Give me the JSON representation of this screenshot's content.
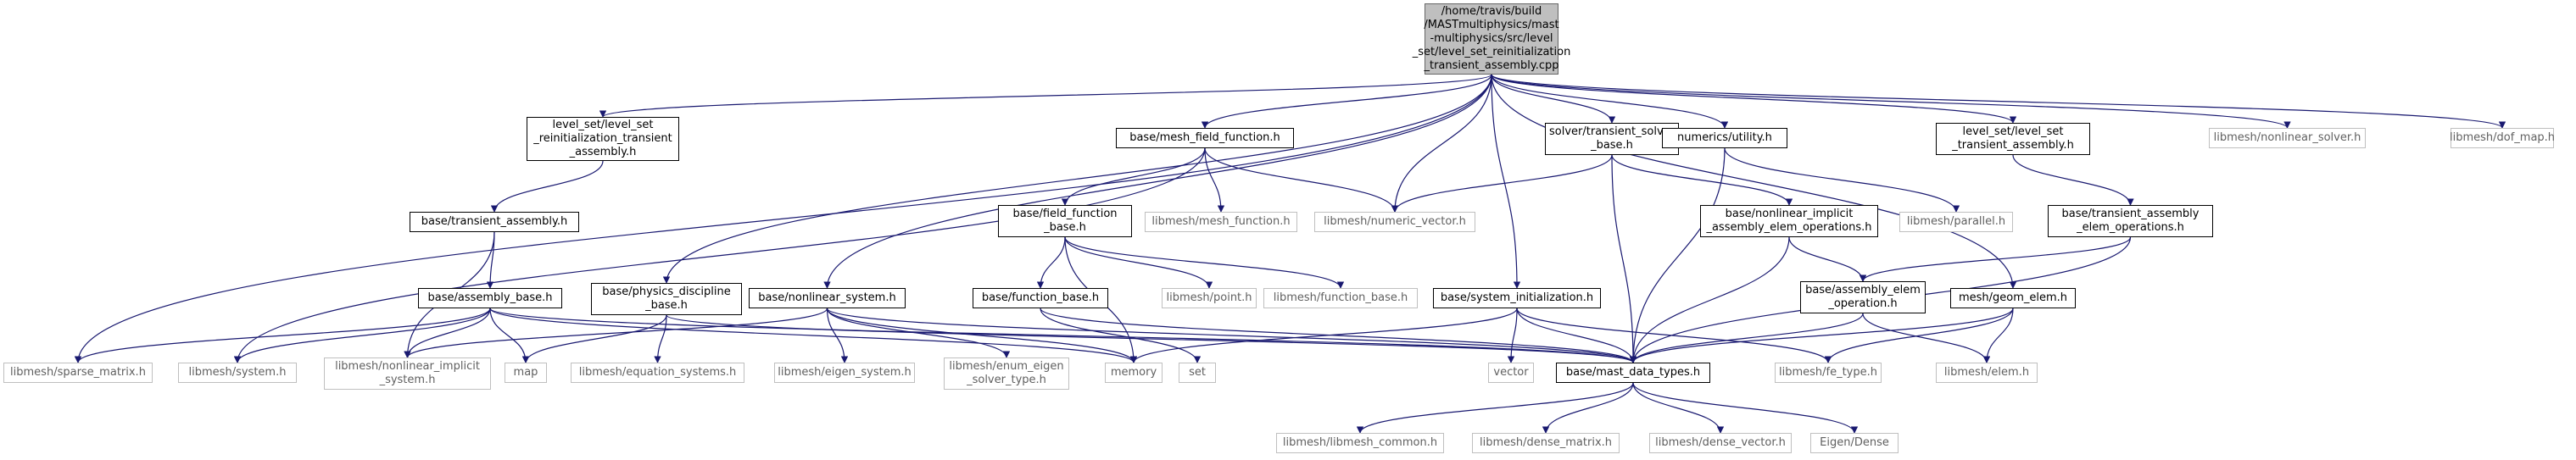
{
  "graph": {
    "edge_color": "#191970",
    "nodes": [
      {
        "id": "root",
        "label": "/home/travis/build\n/MASTmultiphysics/mast\n-multiphysics/src/level\n_set/level_set_reinitialization\n_transient_assembly.cpp",
        "kind": "root"
      },
      {
        "id": "lsrta",
        "label": "level_set/level_set\n_reinitialization_transient\n_assembly.h",
        "kind": "internal"
      },
      {
        "id": "mff",
        "label": "base/mesh_field_function.h",
        "kind": "internal"
      },
      {
        "id": "solver",
        "label": "solver/transient_solver\n_base.h",
        "kind": "internal"
      },
      {
        "id": "util",
        "label": "numerics/utility.h",
        "kind": "internal"
      },
      {
        "id": "lsta",
        "label": "level_set/level_set\n_transient_assembly.h",
        "kind": "internal"
      },
      {
        "id": "nlsolver",
        "label": "libmesh/nonlinear_solver.h",
        "kind": "external"
      },
      {
        "id": "dofmap",
        "label": "libmesh/dof_map.h",
        "kind": "external"
      },
      {
        "id": "ta",
        "label": "base/transient_assembly.h",
        "kind": "internal"
      },
      {
        "id": "ffb",
        "label": "base/field_function\n_base.h",
        "kind": "internal"
      },
      {
        "id": "meshfn",
        "label": "libmesh/mesh_function.h",
        "kind": "external"
      },
      {
        "id": "numvec",
        "label": "libmesh/numeric_vector.h",
        "kind": "external"
      },
      {
        "id": "nliaeo",
        "label": "base/nonlinear_implicit\n_assembly_elem_operations.h",
        "kind": "internal"
      },
      {
        "id": "parallel",
        "label": "libmesh/parallel.h",
        "kind": "external"
      },
      {
        "id": "taeo",
        "label": "base/transient_assembly\n_elem_operations.h",
        "kind": "internal"
      },
      {
        "id": "ab",
        "label": "base/assembly_base.h",
        "kind": "internal"
      },
      {
        "id": "pdb",
        "label": "base/physics_discipline\n_base.h",
        "kind": "internal"
      },
      {
        "id": "nlsys",
        "label": "base/nonlinear_system.h",
        "kind": "internal"
      },
      {
        "id": "fb",
        "label": "base/function_base.h",
        "kind": "internal"
      },
      {
        "id": "point",
        "label": "libmesh/point.h",
        "kind": "external"
      },
      {
        "id": "lfb",
        "label": "libmesh/function_base.h",
        "kind": "external"
      },
      {
        "id": "sysinit",
        "label": "base/system_initialization.h",
        "kind": "internal"
      },
      {
        "id": "aeo",
        "label": "base/assembly_elem\n_operation.h",
        "kind": "internal"
      },
      {
        "id": "geom",
        "label": "mesh/geom_elem.h",
        "kind": "internal"
      },
      {
        "id": "sparse",
        "label": "libmesh/sparse_matrix.h",
        "kind": "external"
      },
      {
        "id": "system",
        "label": "libmesh/system.h",
        "kind": "external"
      },
      {
        "id": "nlis",
        "label": "libmesh/nonlinear_implicit\n_system.h",
        "kind": "external"
      },
      {
        "id": "map",
        "label": "map",
        "kind": "external"
      },
      {
        "id": "eqsys",
        "label": "libmesh/equation_systems.h",
        "kind": "external"
      },
      {
        "id": "eigsys",
        "label": "libmesh/eigen_system.h",
        "kind": "external"
      },
      {
        "id": "eest",
        "label": "libmesh/enum_eigen\n_solver_type.h",
        "kind": "external"
      },
      {
        "id": "memory",
        "label": "memory",
        "kind": "external"
      },
      {
        "id": "set",
        "label": "set",
        "kind": "external"
      },
      {
        "id": "vector",
        "label": "vector",
        "kind": "external"
      },
      {
        "id": "mdt",
        "label": "base/mast_data_types.h",
        "kind": "internal"
      },
      {
        "id": "fetype",
        "label": "libmesh/fe_type.h",
        "kind": "external"
      },
      {
        "id": "elem",
        "label": "libmesh/elem.h",
        "kind": "external"
      },
      {
        "id": "common",
        "label": "libmesh/libmesh_common.h",
        "kind": "external"
      },
      {
        "id": "dmat",
        "label": "libmesh/dense_matrix.h",
        "kind": "external"
      },
      {
        "id": "dvec",
        "label": "libmesh/dense_vector.h",
        "kind": "external"
      },
      {
        "id": "eigen",
        "label": "Eigen/Dense",
        "kind": "external"
      }
    ],
    "edges": [
      [
        "root",
        "lsrta"
      ],
      [
        "root",
        "mff"
      ],
      [
        "root",
        "solver"
      ],
      [
        "root",
        "util"
      ],
      [
        "root",
        "lsta"
      ],
      [
        "root",
        "nlsolver"
      ],
      [
        "root",
        "dofmap"
      ],
      [
        "root",
        "numvec"
      ],
      [
        "root",
        "sparse"
      ],
      [
        "root",
        "pdb"
      ],
      [
        "root",
        "nlsys"
      ],
      [
        "root",
        "sysinit"
      ],
      [
        "root",
        "geom"
      ],
      [
        "lsrta",
        "ta"
      ],
      [
        "ta",
        "ab"
      ],
      [
        "ta",
        "nlis"
      ],
      [
        "ab",
        "sparse"
      ],
      [
        "ab",
        "system"
      ],
      [
        "ab",
        "nlis"
      ],
      [
        "ab",
        "map"
      ],
      [
        "ab",
        "memory"
      ],
      [
        "ab",
        "mdt"
      ],
      [
        "mff",
        "system"
      ],
      [
        "mff",
        "ffb"
      ],
      [
        "mff",
        "meshfn"
      ],
      [
        "mff",
        "numvec"
      ],
      [
        "ffb",
        "fb"
      ],
      [
        "ffb",
        "point"
      ],
      [
        "ffb",
        "lfb"
      ],
      [
        "ffb",
        "memory"
      ],
      [
        "fb",
        "set"
      ],
      [
        "fb",
        "mdt"
      ],
      [
        "solver",
        "numvec"
      ],
      [
        "solver",
        "nliaeo"
      ],
      [
        "solver",
        "mdt"
      ],
      [
        "util",
        "parallel"
      ],
      [
        "util",
        "mdt"
      ],
      [
        "lsta",
        "taeo"
      ],
      [
        "taeo",
        "aeo"
      ],
      [
        "taeo",
        "mdt"
      ],
      [
        "nliaeo",
        "aeo"
      ],
      [
        "nliaeo",
        "mdt"
      ],
      [
        "aeo",
        "mdt"
      ],
      [
        "aeo",
        "elem"
      ],
      [
        "geom",
        "mdt"
      ],
      [
        "geom",
        "fetype"
      ],
      [
        "geom",
        "elem"
      ],
      [
        "pdb",
        "map"
      ],
      [
        "pdb",
        "eqsys"
      ],
      [
        "pdb",
        "mdt"
      ],
      [
        "nlsys",
        "nlis"
      ],
      [
        "nlsys",
        "eigsys"
      ],
      [
        "nlsys",
        "eest"
      ],
      [
        "nlsys",
        "memory"
      ],
      [
        "nlsys",
        "mdt"
      ],
      [
        "sysinit",
        "vector"
      ],
      [
        "sysinit",
        "memory"
      ],
      [
        "sysinit",
        "mdt"
      ],
      [
        "sysinit",
        "fetype"
      ],
      [
        "mdt",
        "common"
      ],
      [
        "mdt",
        "dmat"
      ],
      [
        "mdt",
        "dvec"
      ],
      [
        "mdt",
        "eigen"
      ]
    ]
  }
}
